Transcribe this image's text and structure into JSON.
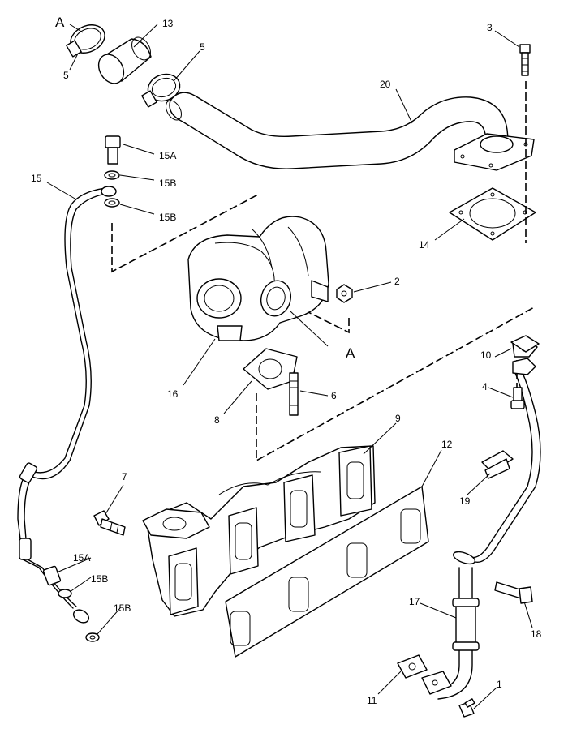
{
  "labels": {
    "A_top": "A",
    "A_turbo": "A",
    "p1": "1",
    "p2": "2",
    "p3": "3",
    "p4": "4",
    "p5_top": "5",
    "p5_left": "5",
    "p6": "6",
    "p7": "7",
    "p8": "8",
    "p9": "9",
    "p10": "10",
    "p11": "11",
    "p12": "12",
    "p13": "13",
    "p14": "14",
    "p15": "15",
    "p15A_top": "15A",
    "p15B_top1": "15B",
    "p15B_top2": "15B",
    "p15A_bot": "15A",
    "p15B_bot1": "15B",
    "p15B_bot2": "15B",
    "p16": "16",
    "p17": "17",
    "p18": "18",
    "p19": "19",
    "p20": "20"
  }
}
